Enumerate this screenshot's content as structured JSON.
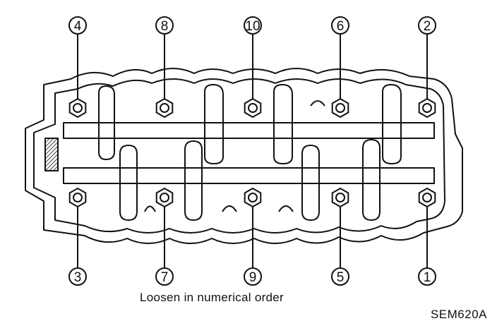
{
  "caption": "Loosen in numerical order",
  "figure_code": "SEM620A",
  "bolts": {
    "top": [
      "4",
      "8",
      "10",
      "6",
      "2"
    ],
    "bottom": [
      "3",
      "7",
      "9",
      "5",
      "1"
    ]
  }
}
